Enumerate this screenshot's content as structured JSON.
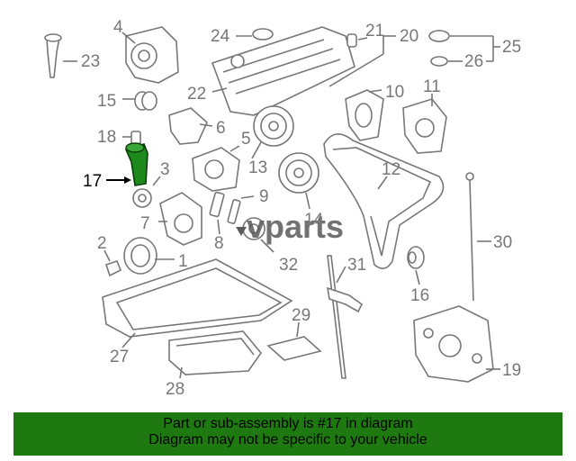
{
  "labels": [
    "1",
    "2",
    "3",
    "4",
    "5",
    "6",
    "7",
    "8",
    "9",
    "10",
    "11",
    "12",
    "13",
    "14",
    "15",
    "16",
    "17",
    "18",
    "19",
    "20",
    "21",
    "22",
    "23",
    "24",
    "25",
    "26",
    "27",
    "28",
    "29",
    "30",
    "31",
    "32"
  ],
  "highlighted_part": "17",
  "watermark": "vparts",
  "banner": {
    "line1": "Part or sub-assembly is #17 in diagram",
    "line2": "Diagram may not be specific to your vehicle"
  },
  "colors": {
    "banner_bg": "#1e7a10",
    "highlight_part": "#1e8a1e",
    "line_art": "#777777"
  }
}
